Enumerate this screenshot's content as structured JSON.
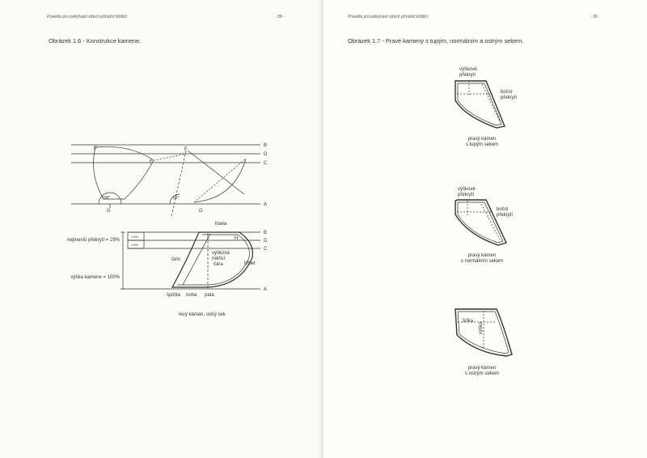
{
  "left_page": {
    "header": "Pravidla pro pokrývání střech přírodní břidlicí",
    "page_number": "- 38 -",
    "caption": "Obrázek 1.6 - Konstrukce kamene.",
    "top_diagram": {
      "line_labels": [
        "B",
        "D",
        "C",
        "A"
      ],
      "points": [
        "F",
        "F",
        "E",
        "G",
        "G"
      ],
      "angles": [
        "100°",
        "65°"
      ]
    },
    "bottom_diagram": {
      "line_labels": [
        "B",
        "D",
        "C",
        "A"
      ],
      "point_labels": [
        "I",
        "H"
      ],
      "hlava": "hlava",
      "celo": "čelo",
      "vyskova_1": "výšková",
      "vyskova_2": "měřicí",
      "vyskova_3": "čára",
      "hrbet": "hřbet",
      "spicka": "špička",
      "noha": "noha",
      "pata": "pata",
      "overlap_label": "nejmenší překrytí = 29%",
      "height_label": "výška kamene = 100%",
      "small_dim_1": "≈10%",
      "small_dim_2": "≈19%"
    },
    "figure_caption": "levý kámen, ostrý sek"
  },
  "right_page": {
    "header": "Pravidla pro pokrývání střech přírodní břidlicí",
    "page_number": "- 39 -",
    "caption": "Obrázek 1.7 - Pravé kameny s tupým, normálním a ostrým sekem.",
    "fig1": {
      "top_label_1": "výškové",
      "top_label_2": "překrytí",
      "side_label_1": "boční",
      "side_label_2": "překrytí",
      "caption_1": "pravý kámen",
      "caption_2": "s tupým sekem"
    },
    "fig2": {
      "top_label_1": "výškové",
      "top_label_2": "překrytí",
      "side_label_1": "boční",
      "side_label_2": "překrytí",
      "caption_1": "pravý kámen",
      "caption_2": "s normálním sekem"
    },
    "fig3": {
      "width_label": "šířka",
      "height_label": "výška",
      "caption_1": "pravý kámen",
      "caption_2": "s ostrým sekem"
    }
  }
}
